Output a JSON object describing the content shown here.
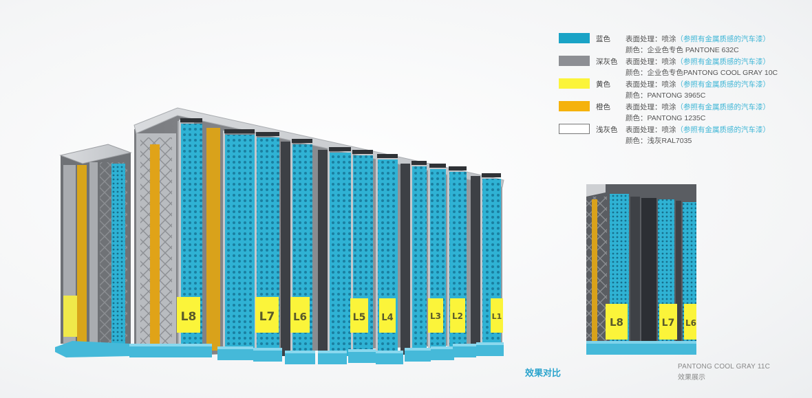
{
  "legend": {
    "items": [
      {
        "swatch_color": "#1aa3c6",
        "name": "蓝色",
        "line1_prefix": "表面处理：喷涂",
        "line1_highlight": "（参照有金属质感的汽车漆）",
        "line2": "颜色：企业色专色 PANTONE 632C"
      },
      {
        "swatch_color": "#8d8f94",
        "name": "深灰色",
        "line1_prefix": "表面处理：喷涂",
        "line1_highlight": "（参照有金属质感的汽车漆）",
        "line2": "颜色：企业色专色PANTONG COOL GRAY 10C"
      },
      {
        "swatch_color": "#fbf43a",
        "name": "黄色",
        "line1_prefix": "表面处理：喷涂",
        "line1_highlight": "（参照有金属质感的汽车漆）",
        "line2": "颜色：PANTONG 3965C"
      },
      {
        "swatch_color": "#f5b20c",
        "name": "橙色",
        "line1_prefix": "表面处理：喷涂",
        "line1_highlight": "（参照有金属质感的汽车漆）",
        "line2": "颜色：PANTONG 1235C"
      },
      {
        "swatch_color": "#ffffff",
        "name": "浅灰色",
        "line1_prefix": "表面处理：喷涂",
        "line1_highlight": "（参照有金属质感的汽车漆）",
        "line2": "颜色：浅灰RAL7035"
      }
    ]
  },
  "main_render": {
    "labels": [
      "L8",
      "L7",
      "L6",
      "L5",
      "L4",
      "L3",
      "L2",
      "L1"
    ]
  },
  "comparison_render": {
    "labels": [
      "L8",
      "L7",
      "L6"
    ]
  },
  "captions": {
    "main": "效果对比",
    "comparison_line1": "PANTONG COOL GRAY 11C",
    "comparison_line2": "效果展示"
  },
  "colors": {
    "blue": "#1aa3c6",
    "blue_light": "#4ec3e0",
    "gray_frame": "#8d8f94",
    "yellow": "#fbf43a",
    "orange": "#f5b20c",
    "dark_gray": "#4a4d53"
  }
}
